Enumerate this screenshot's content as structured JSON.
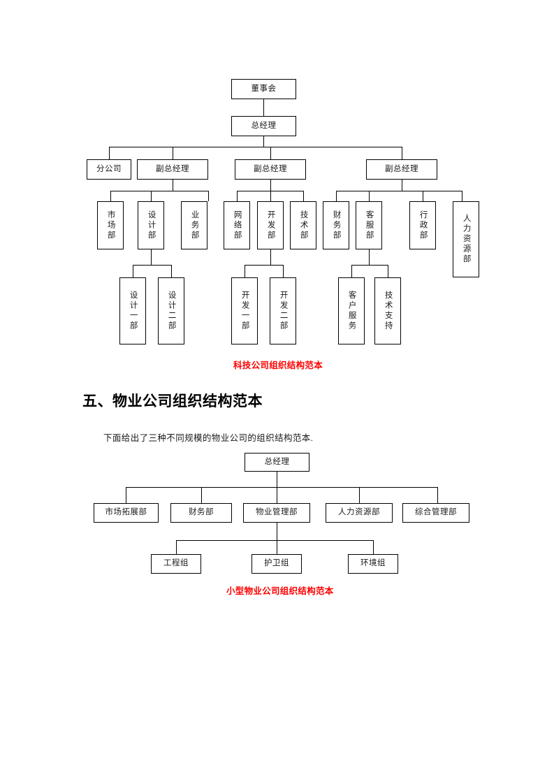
{
  "document": {
    "section_heading": "五、物业公司组织结构范本",
    "body_paragraph": "下面给出了三种不同规模的物业公司的组织结构范本."
  },
  "chart_tech": {
    "caption": "科技公司组织结构范本",
    "caption_color": "#ff0000",
    "nodes": {
      "board": "董事会",
      "gm": "总经理",
      "branch": "分公司",
      "deputy1": "副总经理",
      "deputy2": "副总经理",
      "deputy3": "副总经理",
      "market_dept": "市场部",
      "design_dept": "设计部",
      "business_dept": "业务部",
      "network_dept": "网络部",
      "develop_dept": "开发部",
      "tech_dept": "技术部",
      "finance_dept": "财务部",
      "service_dept": "客服部",
      "admin_dept": "行政部",
      "hr_dept": "人力资源部",
      "design_1": "设计一部",
      "design_2": "设计二部",
      "develop_1": "开发一部",
      "develop_2": "开发二部",
      "customer_service": "客户服务",
      "tech_support": "技术支持"
    }
  },
  "chart_property": {
    "caption": "小型物业公司组织结构范本",
    "caption_color": "#ff0000",
    "nodes": {
      "gm": "总经理",
      "market_expand": "市场拓展部",
      "finance": "财务部",
      "property_mgmt": "物业管理部",
      "hr": "人力资源部",
      "general_mgmt": "综合管理部",
      "engineering_team": "工程组",
      "guard_team": "护卫组",
      "environment_team": "环境组"
    }
  }
}
